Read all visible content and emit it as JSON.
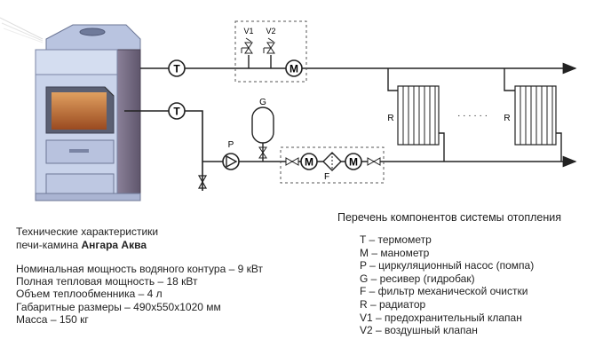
{
  "components": {
    "thermometer_symbol": "T",
    "manometer_symbol": "M",
    "pump_label": "P",
    "receiver_label": "G",
    "filter_label": "F",
    "radiator_label": "R",
    "valve1_label": "V1",
    "valve2_label": "V2",
    "radiator_ellipsis": "· · · · · ·"
  },
  "specs": {
    "title": "Технические характеристики",
    "subtitle_prefix": "печи-камина ",
    "subtitle_name": "Ангара Аква",
    "lines": [
      "Номинальная мощность водяного контура – 9 кВт",
      "Полная тепловая мощность – 18 кВт",
      "Объем теплообменника – 4 л",
      "Габаритные размеры – 490х550х1020 мм",
      "Масса – 150 кг"
    ]
  },
  "legend": {
    "title": "Перечень компонентов системы отопления",
    "items": [
      "T  – термометр",
      "M – манометр",
      "P  – циркуляционный насос (помпа)",
      "G  – ресивер (гидробак)",
      "F  – фильтр механической очистки",
      "R  – радиатор",
      "V1 – предохранительный клапан",
      "V2 – воздушный клапан"
    ]
  },
  "colors": {
    "stove_body": "#c9d3ea",
    "stove_dark": "#8f9bbf",
    "stove_side": "#7a6f86",
    "fire": "#c07a3a",
    "pipe": "#222222",
    "dashed_box": "#555555"
  }
}
